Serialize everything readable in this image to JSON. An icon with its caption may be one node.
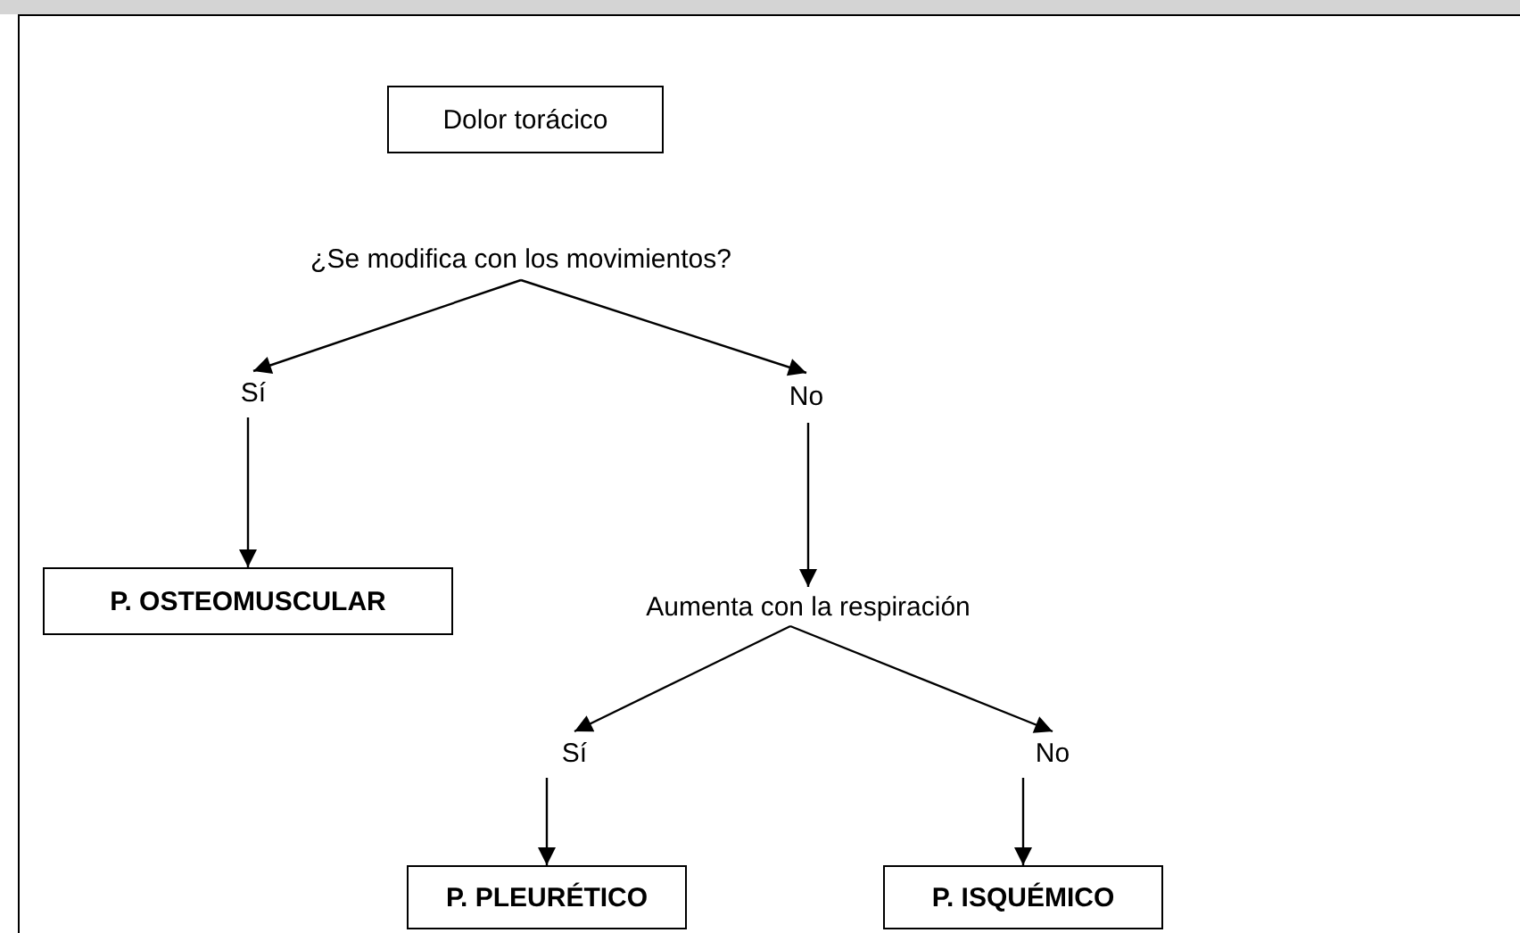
{
  "diagram": {
    "nodes": [
      {
        "text": [
          "Dolor torácico"
        ]
      },
      {
        "text": [
          "¿Se modifica con los movimientos?"
        ]
      },
      {
        "text": [
          "Sí"
        ]
      },
      {
        "text": [
          "No"
        ]
      },
      {
        "text": [
          "P. OSTEOMUSCULAR"
        ]
      },
      {
        "text": [
          "Aumenta con la respiración"
        ]
      },
      {
        "text": [
          "Sí"
        ]
      },
      {
        "text": [
          "No"
        ]
      },
      {
        "text": [
          "P. PLEURÉTICO"
        ]
      },
      {
        "text": [
          "P. ISQUÉMICO"
        ]
      }
    ],
    "edges": [
      {
        "from": 1,
        "to": 2,
        "arrow": "to"
      },
      {
        "from": 1,
        "to": 3,
        "arrow": "to"
      },
      {
        "from": 2,
        "to": 4,
        "arrow": "to"
      },
      {
        "from": 3,
        "to": 5,
        "arrow": "to"
      },
      {
        "from": 5,
        "to": 6,
        "arrow": "to"
      },
      {
        "from": 5,
        "to": 7,
        "arrow": "to"
      },
      {
        "from": 6,
        "to": 8,
        "arrow": "to"
      },
      {
        "from": 7,
        "to": 9,
        "arrow": "to"
      }
    ]
  }
}
